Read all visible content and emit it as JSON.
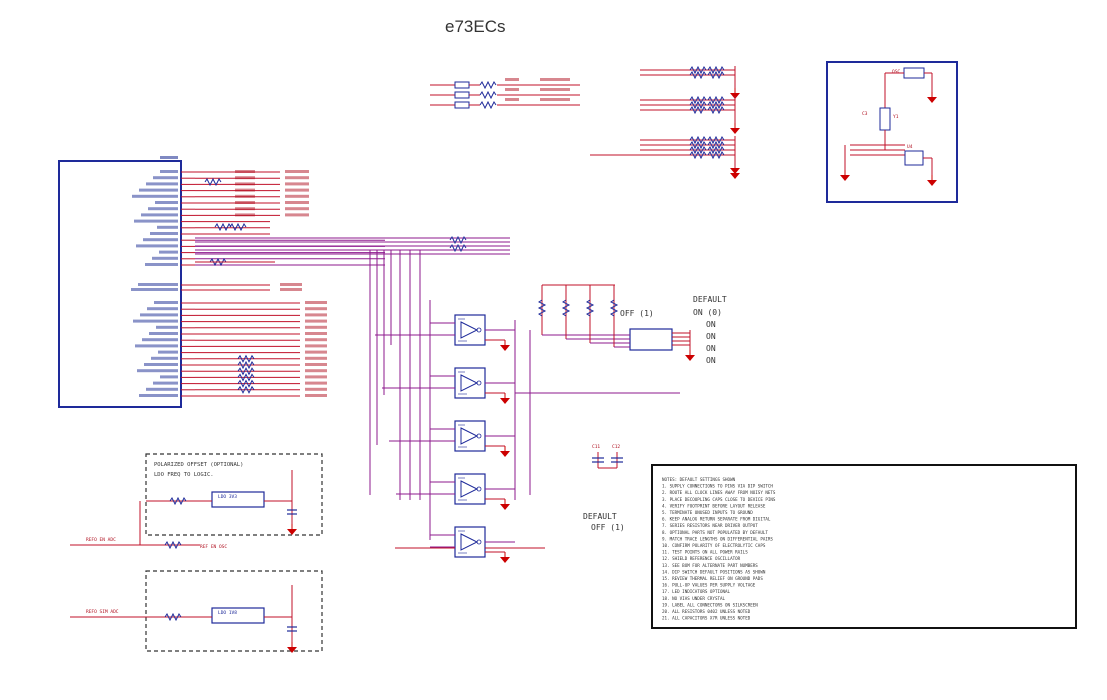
{
  "title": "e73ECs",
  "dip_switch": {
    "header": "DEFAULT",
    "off_label": "OFF (1)",
    "on_header": "ON (0)",
    "states": [
      "ON",
      "ON",
      "ON",
      "ON"
    ]
  },
  "bottom_default": {
    "header": "DEFAULT",
    "value": "OFF (1)"
  },
  "dashed_box_top": {
    "line1": "POLARIZED OFFSET (OPTIONAL)",
    "line2": "LDO FREQ TO LOGIC."
  },
  "colors": {
    "wire": "#c0102a",
    "net": "#8e1a8e",
    "component": "#1e2a9a",
    "ground": "#cc0000",
    "text": "#333333"
  },
  "notes": [
    "NOTES: DEFAULT SETTINGS SHOWN",
    "1. SUPPLY CONNECTIONS TO PINS VIA DIP SWITCH",
    "2. ROUTE ALL CLOCK LINES AWAY FROM NOISY NETS",
    "3. PLACE DECOUPLING CAPS CLOSE TO DEVICE PINS",
    "4. VERIFY FOOTPRINT BEFORE LAYOUT RELEASE",
    "5. TERMINATE UNUSED INPUTS TO GROUND",
    "6. KEEP ANALOG RETURN SEPARATE FROM DIGITAL",
    "7. SERIES RESISTORS NEAR DRIVER OUTPUT",
    "8. OPTIONAL PARTS NOT POPULATED BY DEFAULT",
    "9. MATCH TRACE LENGTHS ON DIFFERENTIAL PAIRS",
    "10. CONFIRM POLARITY OF ELECTROLYTIC CAPS",
    "11. TEST POINTS ON ALL POWER RAILS",
    "12. SHIELD REFERENCE OSCILLATOR",
    "13. SEE BOM FOR ALTERNATE PART NUMBERS",
    "14. DIP SWITCH DEFAULT POSITIONS AS SHOWN",
    "15. REVIEW THERMAL RELIEF ON GROUND PADS",
    "16. PULL-UP VALUES PER SUPPLY VOLTAGE",
    "17. LED INDICATORS OPTIONAL",
    "18. NO VIAS UNDER CRYSTAL",
    "19. LABEL ALL CONNECTORS ON SILKSCREEN",
    "20. ALL RESISTORS 0402 UNLESS NOTED",
    "21. ALL CAPACITORS X7R UNLESS NOTED"
  ]
}
